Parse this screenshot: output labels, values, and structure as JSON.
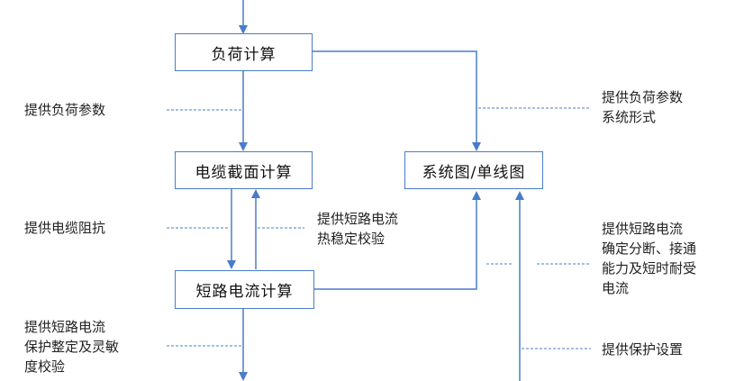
{
  "boxes": {
    "load_calc": "负荷计算",
    "cable_calc": "电缆截面计算",
    "system_diagram": "系统图/单线图",
    "short_circuit_calc": "短路电流计算"
  },
  "notes": {
    "left_load_params": [
      "提供负荷参数"
    ],
    "right_load_params": [
      "提供负荷参数",
      "系统形式"
    ],
    "cable_impedance": [
      "提供电缆阻抗"
    ],
    "thermal_check": [
      "提供短路电流",
      "热稳定校验"
    ],
    "breaking_capacity": [
      "提供短路电流",
      "确定分断、接通",
      "能力及短时耐受",
      "电流"
    ],
    "protection_check": [
      "提供短路电流",
      "保护整定及灵敏",
      "度校验"
    ],
    "protection_settings": [
      "提供保护设置"
    ]
  },
  "colors": {
    "line": "#4a7cc9",
    "box_border": "#4a7cc9"
  }
}
